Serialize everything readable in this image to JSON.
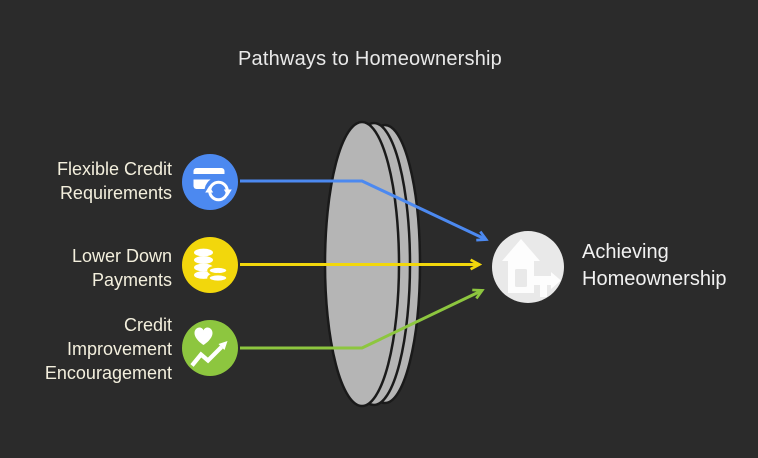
{
  "title": "Pathways to Homeownership",
  "colors": {
    "background": "#2b2b2b",
    "lens_fill": "#b5b5b5",
    "lens_edge": "#1a1a1a",
    "result_circle": "#e9e9e9",
    "glyph_white": "#fdfdfd"
  },
  "items": [
    {
      "lines": [
        "Flexible Credit",
        "Requirements"
      ],
      "icon": "credit-card-sync-icon",
      "color": "#4c89f0"
    },
    {
      "lines": [
        "Lower Down",
        "Payments"
      ],
      "icon": "coins-icon",
      "color": "#f2d70c"
    },
    {
      "lines": [
        "Credit",
        "Improvement",
        "Encouragement"
      ],
      "icon": "heart-trend-icon",
      "color": "#8dc63f"
    }
  ],
  "result": {
    "lines": [
      "Achieving",
      "Homeownership"
    ],
    "icon": "house-arrow-icon"
  }
}
